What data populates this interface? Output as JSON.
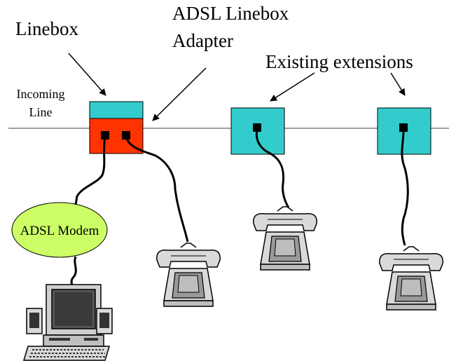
{
  "labels": {
    "linebox": "Linebox",
    "adapter_line1": "ADSL Linebox",
    "adapter_line2": "Adapter",
    "existing_extensions": "Existing extensions",
    "incoming_line1": "Incoming",
    "incoming_line2": "Line",
    "modem": "ADSL Modem"
  },
  "colors": {
    "linebox_top": "#33cccc",
    "adapter": "#ff3300",
    "extension_box": "#33cccc",
    "modem": "#ccff66",
    "phone_body": "#d9d9d9",
    "phone_dark": "#999999",
    "line": "#808080",
    "cable": "#000000"
  },
  "icons": {
    "phones": [
      "telephone-icon",
      "telephone-icon",
      "telephone-icon"
    ],
    "computer": "desktop-computer-icon"
  }
}
